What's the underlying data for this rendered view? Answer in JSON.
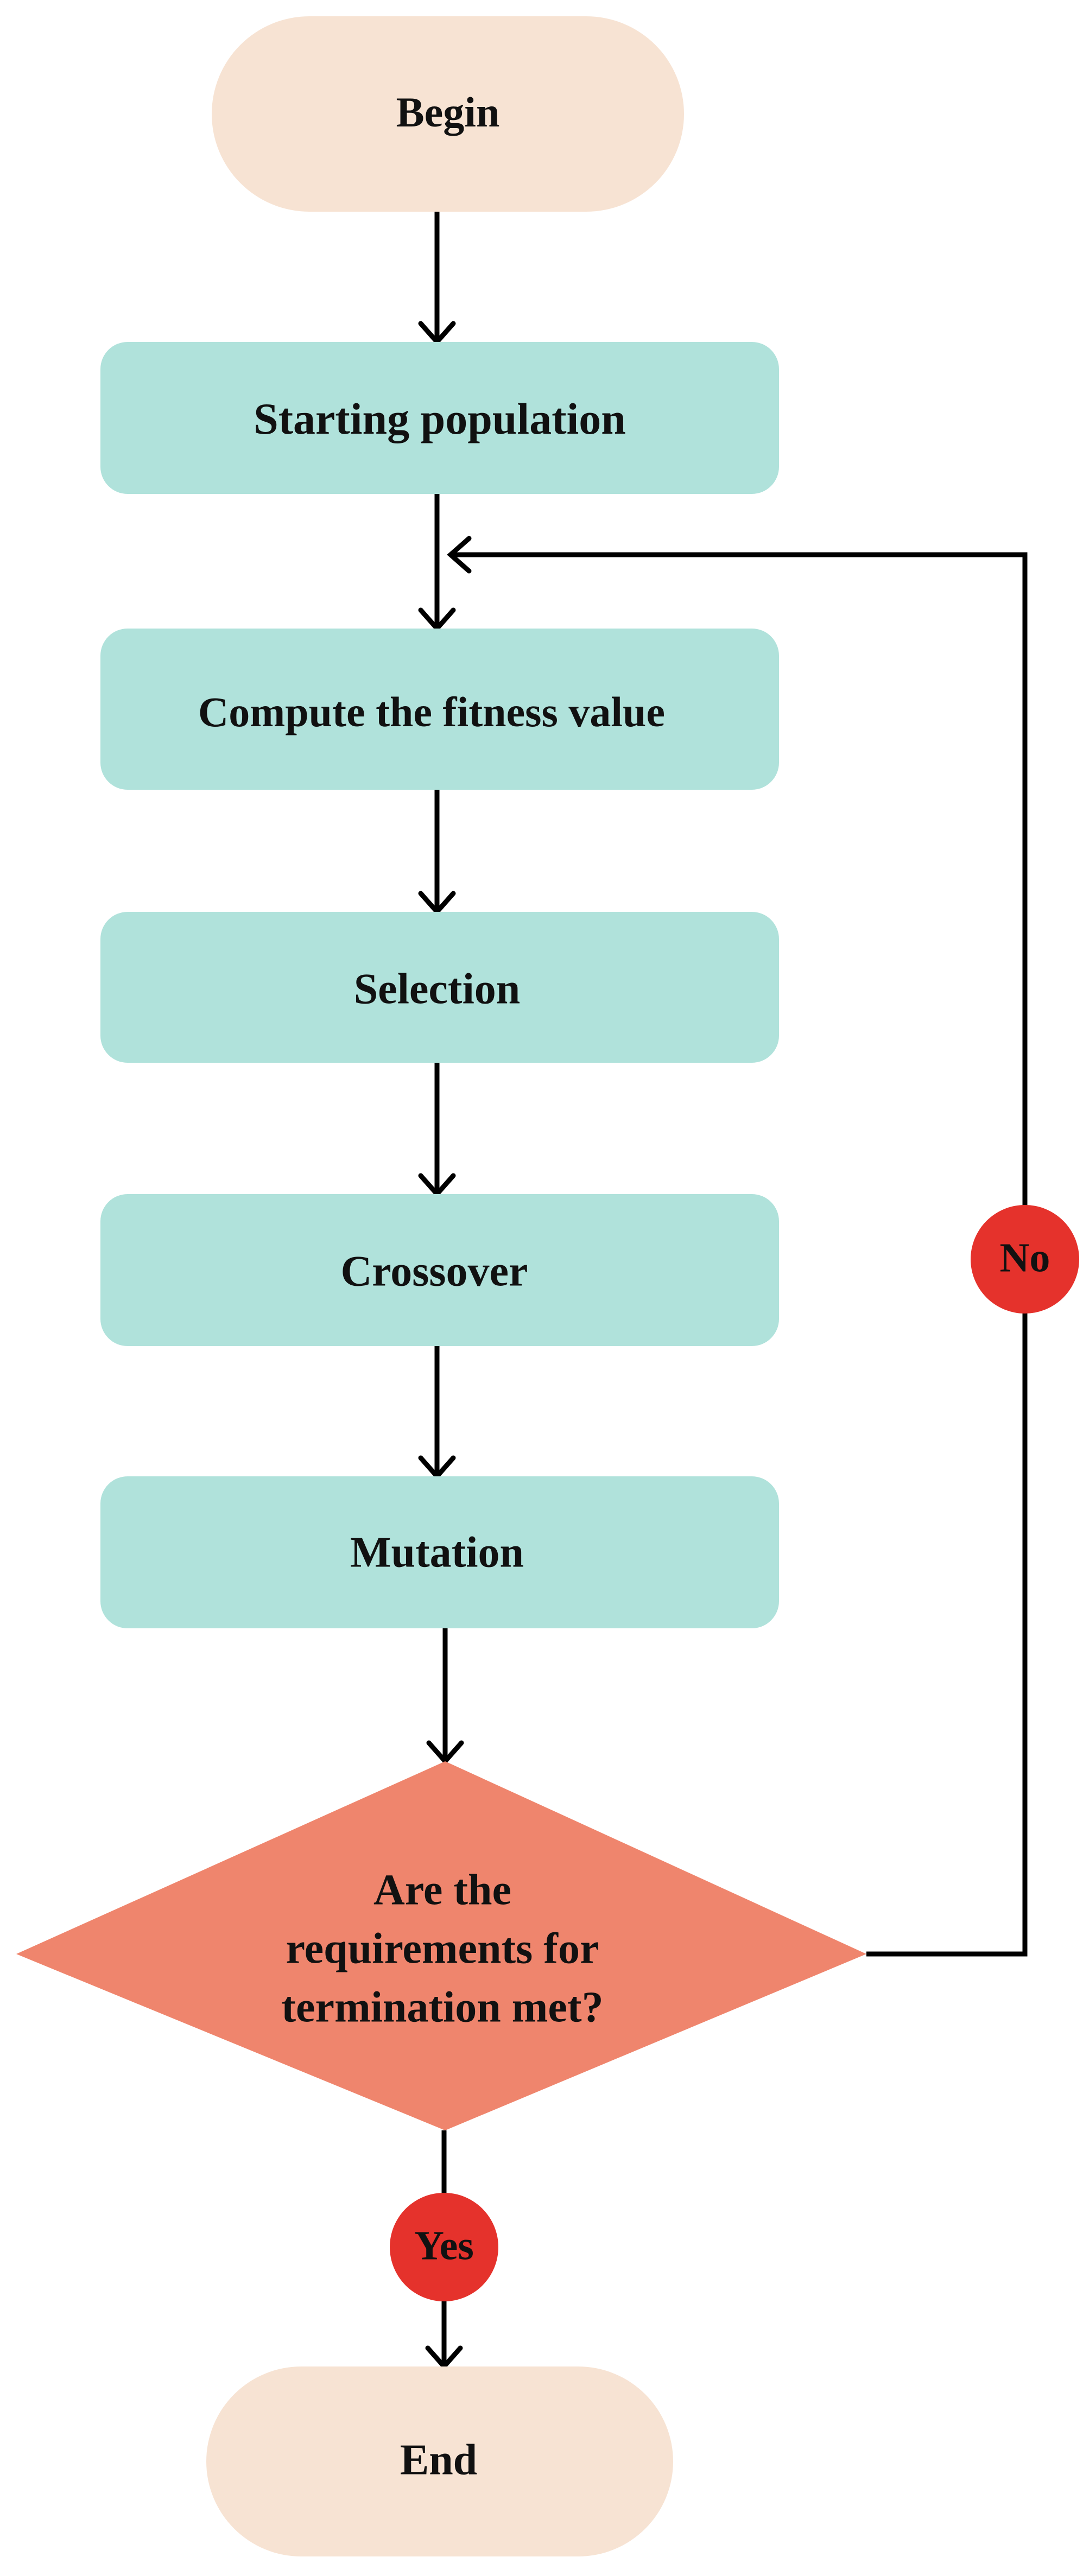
{
  "colors": {
    "terminal_fill": "#f7e3d3",
    "process_fill": "#b0e2db",
    "decision_fill": "#ef856d",
    "badge_fill": "#e5322c",
    "line": "#000000",
    "text": "#111111"
  },
  "nodes": {
    "begin": "Begin",
    "starting_population": "Starting population",
    "compute_fitness": "Compute the fitness value",
    "selection": "Selection",
    "crossover": "Crossover",
    "mutation": "Mutation",
    "decision": [
      "Are the",
      "requirements for",
      "termination met?"
    ],
    "end": "End"
  },
  "badges": {
    "no": "No",
    "yes": "Yes"
  }
}
